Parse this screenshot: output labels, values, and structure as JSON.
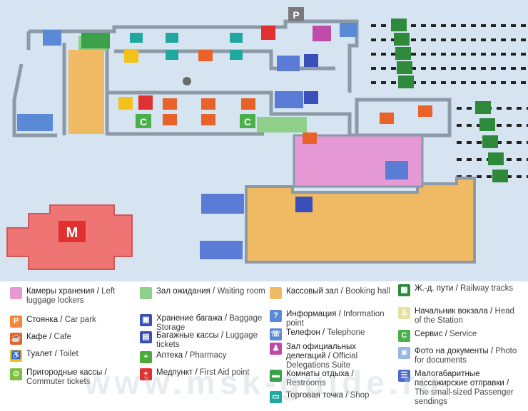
{
  "legend": {
    "items": [
      {
        "ru": "Камеры хранения /",
        "en": "Left luggage lockers",
        "color": "#e59ad6",
        "glyph": ""
      },
      {
        "ru": "Стоянка /",
        "en": "Car park",
        "color": "#f08a3c",
        "glyph": "P"
      },
      {
        "ru": "Кафе /",
        "en": "Cafe",
        "color": "#e8622a",
        "glyph": "☕"
      },
      {
        "ru": "Туалет /",
        "en": "Toilet",
        "color": "#f2c21a",
        "glyph": "♿"
      },
      {
        "ru": "Пригородные кассы /",
        "en": "Commuter tickets",
        "color": "#7fbf3f",
        "glyph": "⊙"
      },
      {
        "ru": "Зал ожидания /",
        "en": "Waiting room",
        "color": "#8ed08a",
        "glyph": ""
      },
      {
        "ru": "Хранение багажа /",
        "en": "Baggage Storage",
        "color": "#3a4fb8",
        "glyph": "▣"
      },
      {
        "ru": "Багажные кассы /",
        "en": "Luggage tickets",
        "color": "#3a4fb8",
        "glyph": "▤"
      },
      {
        "ru": "Аптека /",
        "en": "Pharmacy",
        "color": "#4aab3a",
        "glyph": "+"
      },
      {
        "ru": "Медпункт /",
        "en": "First Aid point",
        "color": "#e03030",
        "glyph": "+"
      },
      {
        "ru": "Кассовый зал /",
        "en": "Booking hall",
        "color": "#f0b964",
        "glyph": ""
      },
      {
        "ru": "Информация /",
        "en": "Information point",
        "color": "#5a8ad6",
        "glyph": "?"
      },
      {
        "ru": "Телефон /",
        "en": "Telephone",
        "color": "#5a8ad6",
        "glyph": "☏"
      },
      {
        "ru": "Зал официальных делегаций /",
        "en": "Official Delegations Suite",
        "color": "#c04aa8",
        "glyph": "♟"
      },
      {
        "ru": "Комнаты отдыха /",
        "en": "Restrooms",
        "color": "#3aa04a",
        "glyph": "▬"
      },
      {
        "ru": "Торговая точка /",
        "en": "Shop",
        "color": "#20a8a0",
        "glyph": "▭"
      },
      {
        "ru": "Ж.-д. пути /",
        "en": "Railway tracks",
        "color": "#2e8a3a",
        "glyph": "▦"
      },
      {
        "ru": "Начальник вокзала /",
        "en": "Head of the Station",
        "color": "#e8e0a0",
        "glyph": "♙"
      },
      {
        "ru": "Сервис /",
        "en": "Service",
        "color": "#4ab04a",
        "glyph": "C"
      },
      {
        "ru": "Фото на документы /",
        "en": "Photo for documents",
        "color": "#9ab8e0",
        "glyph": "◙"
      },
      {
        "ru": "Малогабаритные пассажирские отправки /",
        "en": "The small-sized Passenger sendings",
        "color": "#4a6ad0",
        "glyph": "☰"
      }
    ]
  },
  "map": {
    "metro_letter": "M",
    "parking_letter": "P",
    "service_letter": "C"
  },
  "watermark": "www.msk-guide.ru"
}
